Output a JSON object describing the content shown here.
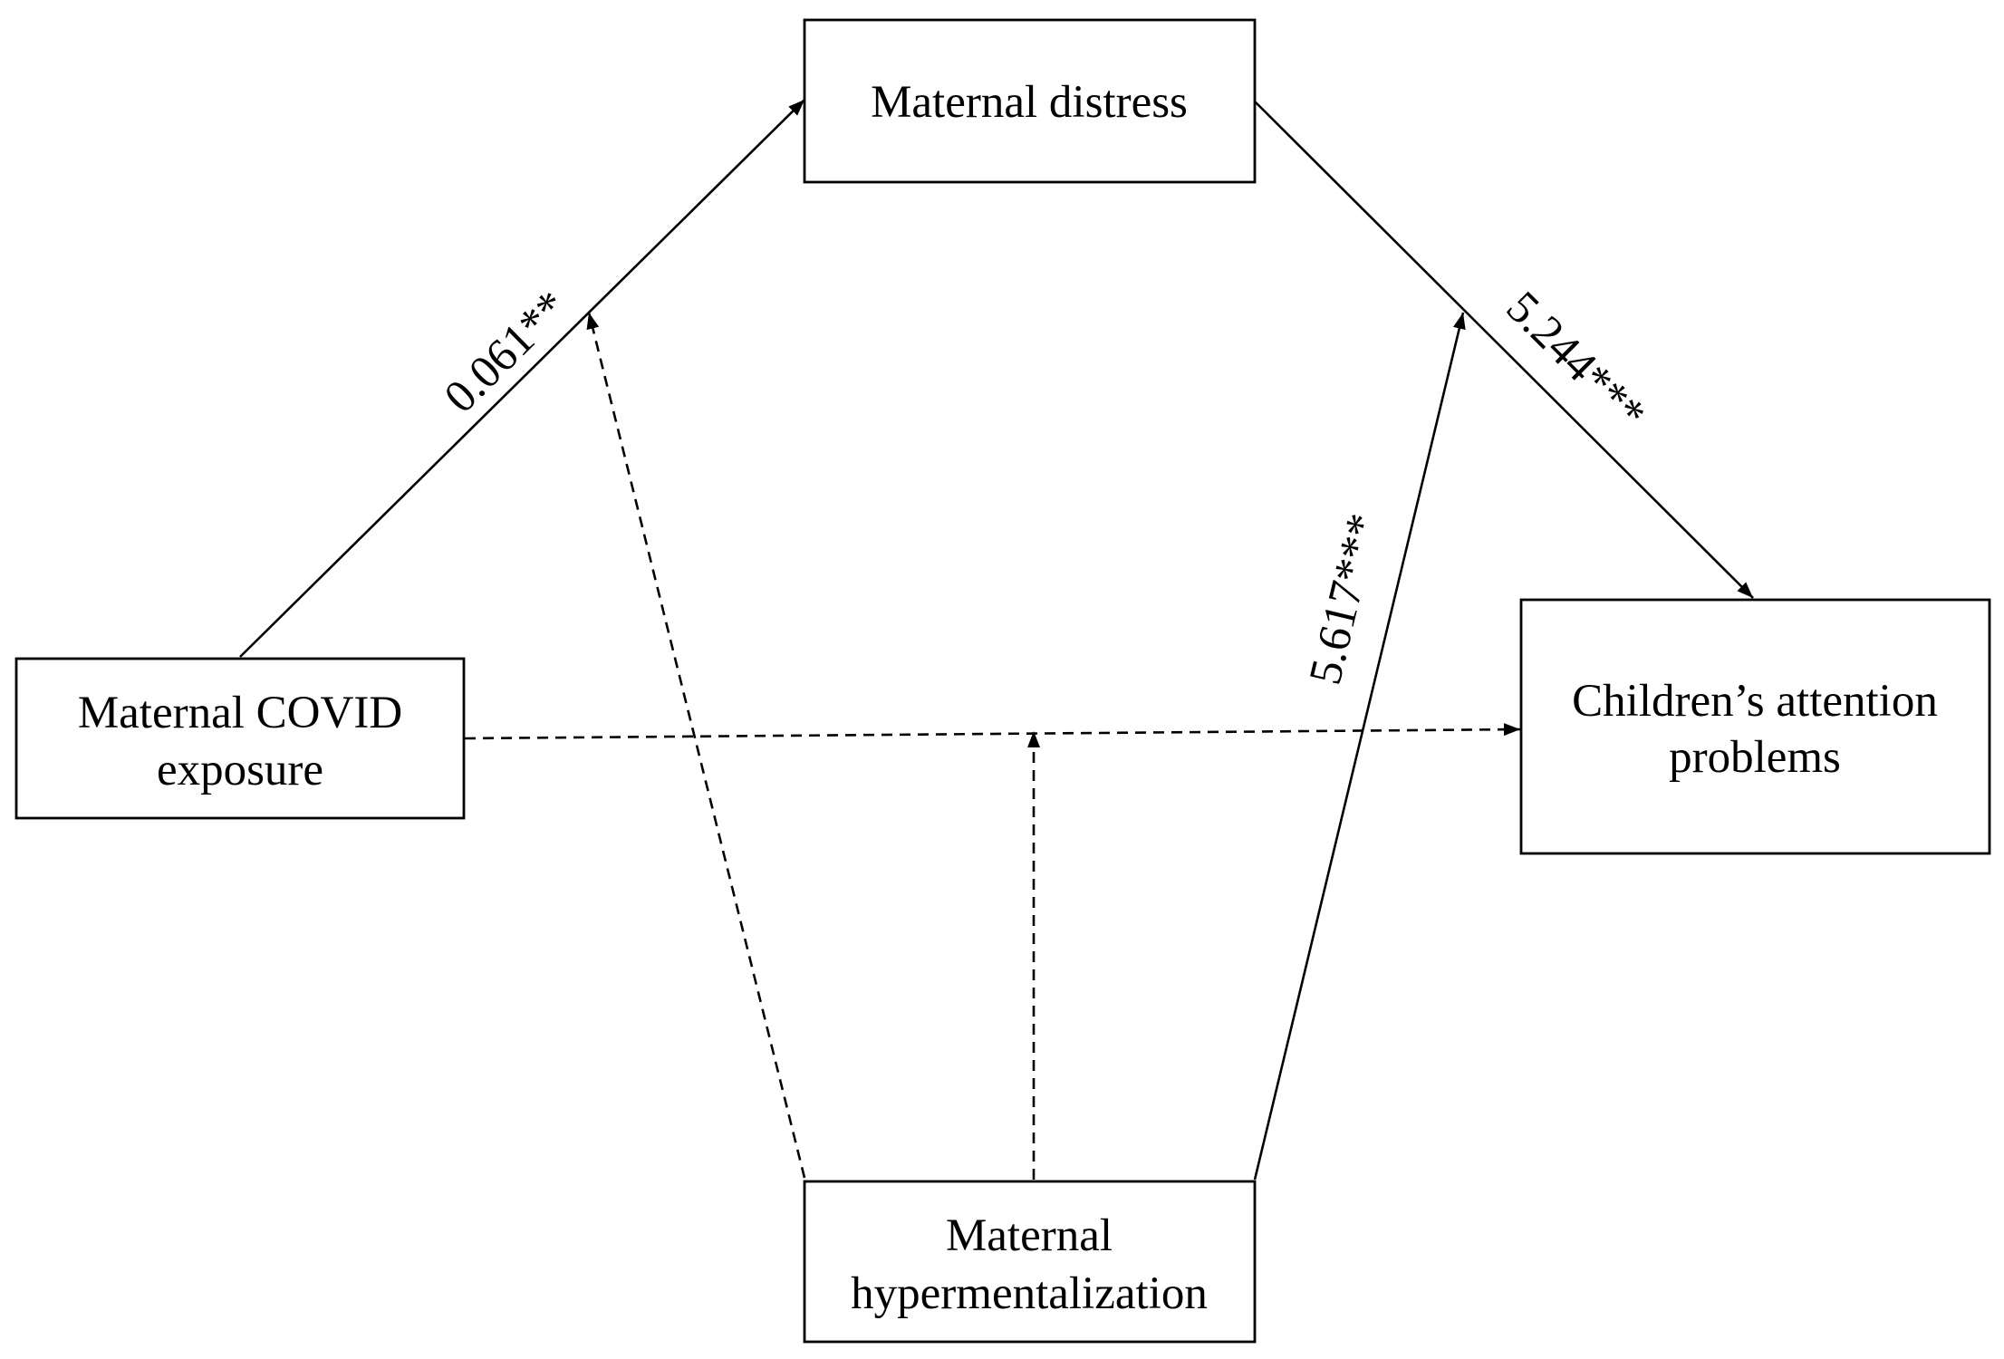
{
  "nodes": {
    "distress": {
      "label": "Maternal distress"
    },
    "exposure": {
      "line1": "Maternal COVID",
      "line2": "exposure"
    },
    "attention": {
      "line1": "Children’s attention",
      "line2": "problems"
    },
    "hyper": {
      "line1": "Maternal",
      "line2": "hypermentalization"
    }
  },
  "edges": {
    "exposure_to_distress": {
      "coefficient": "0.061**",
      "style": "solid"
    },
    "distress_to_attention": {
      "coefficient": "5.244***",
      "style": "solid"
    },
    "hyper_to_distress_attention_path": {
      "coefficient": "5.617***",
      "style": "solid"
    },
    "hyper_to_exposure_distress_path": {
      "style": "dashed"
    },
    "hyper_to_direct_path": {
      "style": "dashed"
    },
    "exposure_to_attention_direct": {
      "style": "dashed"
    }
  },
  "colors": {
    "stroke": "#000000",
    "background": "#ffffff"
  }
}
